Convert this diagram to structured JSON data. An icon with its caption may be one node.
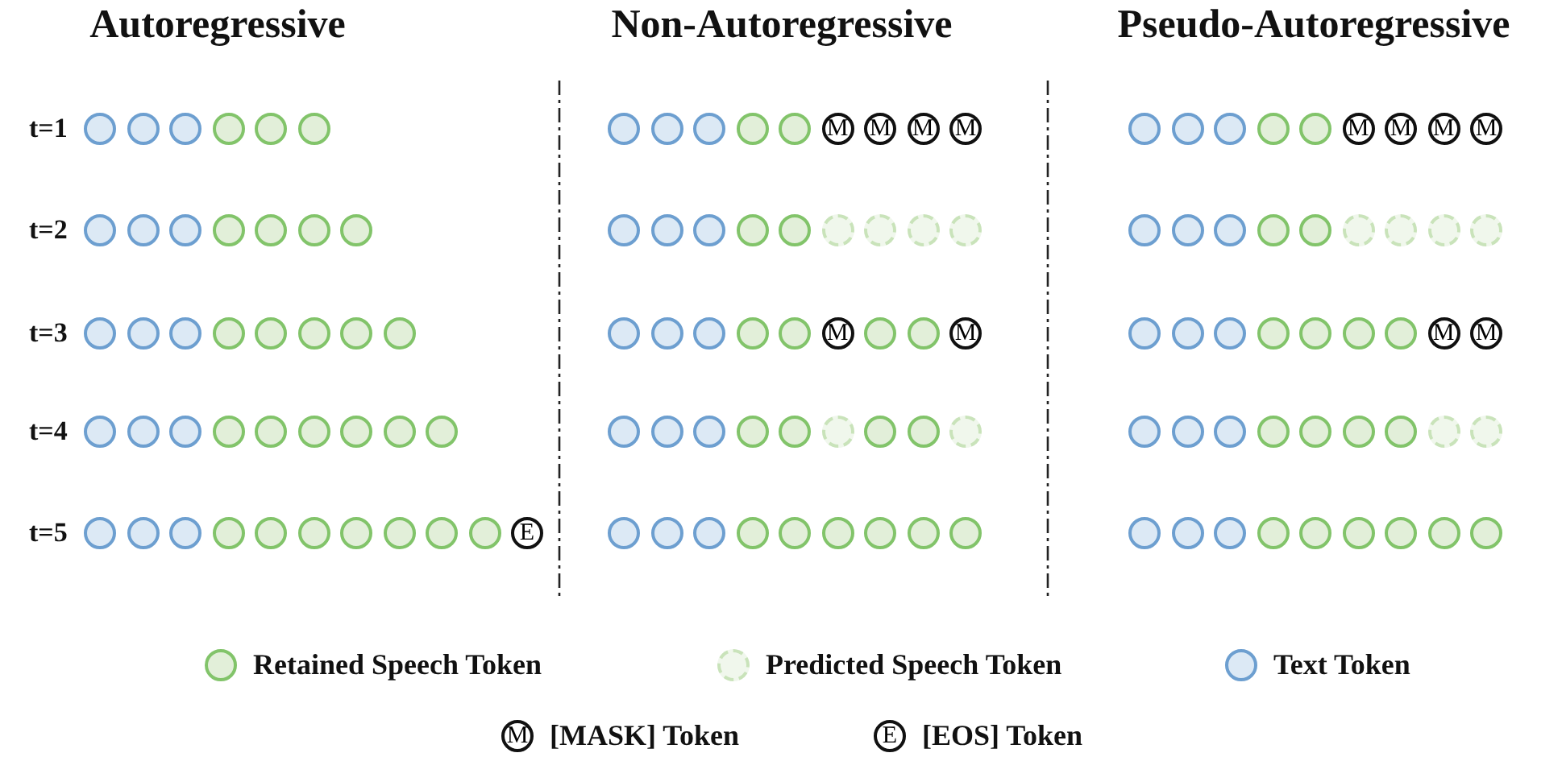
{
  "diagram": {
    "nodes": [
      {
        "text": [],
        "shape": "circle"
      },
      {
        "text": [],
        "shape": "circle"
      },
      {
        "text": [],
        "shape": "circle"
      },
      {
        "text": [],
        "shape": "circle"
      },
      {
        "text": [],
        "shape": "circle"
      },
      {
        "text": [],
        "shape": "circle"
      },
      {
        "text": [],
        "shape": "circle"
      },
      {
        "text": [],
        "shape": "circle"
      },
      {
        "text": [],
        "shape": "circle"
      },
      {
        "text": [],
        "shape": "circle"
      },
      {
        "text": [],
        "shape": "circle"
      },
      {
        "text": [],
        "shape": "circle"
      },
      {
        "text": [],
        "shape": "circle"
      },
      {
        "text": [],
        "shape": "circle"
      },
      {
        "text": [],
        "shape": "circle"
      },
      {
        "text": [],
        "shape": "circle"
      },
      {
        "text": [],
        "shape": "circle"
      },
      {
        "text": [],
        "shape": "circle"
      },
      {
        "text": [],
        "shape": "circle"
      },
      {
        "text": [],
        "shape": "circle"
      },
      {
        "text": [],
        "shape": "circle"
      },
      {
        "text": [],
        "shape": "circle"
      },
      {
        "text": [],
        "shape": "circle"
      },
      {
        "text": [],
        "shape": "circle"
      },
      {
        "text": [],
        "shape": "circle"
      },
      {
        "text": [],
        "shape": "circle"
      },
      {
        "text": [],
        "shape": "circle"
      },
      {
        "text": [],
        "shape": "circle"
      },
      {
        "text": [],
        "shape": "circle"
      },
      {
        "text": [],
        "shape": "circle"
      },
      {
        "text": [],
        "shape": "circle"
      },
      {
        "text": [],
        "shape": "circle"
      },
      {
        "text": [],
        "shape": "circle"
      },
      {
        "text": [],
        "shape": "circle"
      },
      {
        "text": [],
        "shape": "circle"
      },
      {
        "text": [],
        "shape": "circle"
      },
      {
        "text": [],
        "shape": "circle"
      },
      {
        "text": [],
        "shape": "circle"
      },
      {
        "text": [],
        "shape": "circle"
      },
      {
        "text": [],
        "shape": "circle"
      },
      {
        "text": [
          "E"
        ]
      },
      {
        "text": [],
        "shape": "circle"
      },
      {
        "text": [],
        "shape": "circle"
      },
      {
        "text": [],
        "shape": "circle"
      },
      {
        "text": [],
        "shape": "circle"
      },
      {
        "text": [],
        "shape": "circle"
      },
      {
        "text": [
          "M"
        ]
      },
      {
        "text": [
          "M"
        ]
      },
      {
        "text": [
          "M"
        ]
      },
      {
        "text": [
          "M"
        ]
      },
      {
        "text": [],
        "shape": "circle"
      },
      {
        "text": [],
        "shape": "circle"
      },
      {
        "text": [],
        "shape": "circle"
      },
      {
        "text": [],
        "shape": "circle"
      },
      {
        "text": [],
        "shape": "circle"
      },
      {
        "text": [],
        "shape": "circle"
      },
      {
        "text": [],
        "shape": "circle"
      },
      {
        "text": [],
        "shape": "circle"
      },
      {
        "text": [],
        "shape": "circle"
      },
      {
        "text": [],
        "shape": "circle"
      },
      {
        "text": [],
        "shape": "circle"
      },
      {
        "text": [],
        "shape": "circle"
      },
      {
        "text": [],
        "shape": "circle"
      },
      {
        "text": [],
        "shape": "circle"
      },
      {
        "text": [
          "M"
        ]
      },
      {
        "text": [],
        "shape": "circle"
      },
      {
        "text": [],
        "shape": "circle"
      },
      {
        "text": [
          "M"
        ]
      },
      {
        "text": [],
        "shape": "circle"
      },
      {
        "text": [],
        "shape": "circle"
      },
      {
        "text": [],
        "shape": "circle"
      },
      {
        "text": [],
        "shape": "circle"
      },
      {
        "text": [],
        "shape": "circle"
      },
      {
        "text": [],
        "shape": "circle"
      },
      {
        "text": [],
        "shape": "circle"
      },
      {
        "text": [],
        "shape": "circle"
      },
      {
        "text": [],
        "shape": "circle"
      },
      {
        "text": [],
        "shape": "circle"
      },
      {
        "text": [],
        "shape": "circle"
      },
      {
        "text": [],
        "shape": "circle"
      },
      {
        "text": [],
        "shape": "circle"
      },
      {
        "text": [],
        "shape": "circle"
      },
      {
        "text": [],
        "shape": "circle"
      },
      {
        "text": [],
        "shape": "circle"
      },
      {
        "text": [],
        "shape": "circle"
      },
      {
        "text": [],
        "shape": "circle"
      },
      {
        "text": [],
        "shape": "circle"
      },
      {
        "text": [],
        "shape": "circle"
      },
      {
        "text": [],
        "shape": "circle"
      },
      {
        "text": [],
        "shape": "circle"
      },
      {
        "text": [],
        "shape": "circle"
      },
      {
        "text": [
          "M"
        ]
      },
      {
        "text": [
          "M"
        ]
      },
      {
        "text": [
          "M"
        ]
      },
      {
        "text": [
          "M"
        ]
      },
      {
        "text": [],
        "shape": "circle"
      },
      {
        "text": [],
        "shape": "circle"
      },
      {
        "text": [],
        "shape": "circle"
      },
      {
        "text": [],
        "shape": "circle"
      },
      {
        "text": [],
        "shape": "circle"
      },
      {
        "text": [],
        "shape": "circle"
      },
      {
        "text": [],
        "shape": "circle"
      },
      {
        "text": [],
        "shape": "circle"
      },
      {
        "text": [],
        "shape": "circle"
      },
      {
        "text": [],
        "shape": "circle"
      },
      {
        "text": [],
        "shape": "circle"
      },
      {
        "text": [],
        "shape": "circle"
      },
      {
        "text": [],
        "shape": "circle"
      },
      {
        "text": [],
        "shape": "circle"
      },
      {
        "text": [],
        "shape": "circle"
      },
      {
        "text": [],
        "shape": "circle"
      },
      {
        "text": [
          "M"
        ]
      },
      {
        "text": [
          "M"
        ]
      },
      {
        "text": [],
        "shape": "circle"
      },
      {
        "text": [],
        "shape": "circle"
      },
      {
        "text": [],
        "shape": "circle"
      },
      {
        "text": [],
        "shape": "circle"
      },
      {
        "text": [],
        "shape": "circle"
      },
      {
        "text": [],
        "shape": "circle"
      },
      {
        "text": [],
        "shape": "circle"
      },
      {
        "text": [],
        "shape": "circle"
      },
      {
        "text": [],
        "shape": "circle"
      },
      {
        "text": [],
        "shape": "circle"
      },
      {
        "text": [],
        "shape": "circle"
      },
      {
        "text": [],
        "shape": "circle"
      },
      {
        "text": [],
        "shape": "circle"
      },
      {
        "text": [],
        "shape": "circle"
      },
      {
        "text": [],
        "shape": "circle"
      },
      {
        "text": [],
        "shape": "circle"
      },
      {
        "text": [],
        "shape": "circle"
      },
      {
        "text": [],
        "shape": "circle"
      }
    ],
    "labels": [
      "Autoregressive",
      "Non-Autoregressive",
      "Pseudo-Autoregressive",
      "t=1",
      "t=2",
      "t=3",
      "t=4",
      "t=5",
      "M",
      "E"
    ],
    "legend": [
      {
        "text": "Retained Speech Token"
      },
      {
        "text": "Predicted Speech Token"
      },
      {
        "text": "Text Token"
      },
      {
        "text": "[MASK] Token"
      },
      {
        "text": "[EOS] Token"
      }
    ]
  }
}
